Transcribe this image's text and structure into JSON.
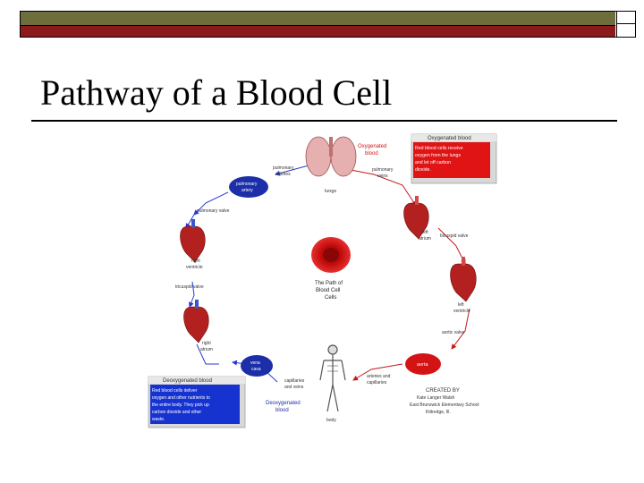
{
  "slide": {
    "title": "Pathway of a Blood Cell"
  },
  "diagram": {
    "center_label": [
      "The Path of",
      "Blood Cell"
    ],
    "labels": {
      "pulmonary_arteries": [
        "pulmonary",
        "arteries"
      ],
      "lungs": "lungs",
      "pulmonary_veins": [
        "pulmonary",
        "veins"
      ],
      "pulmonary_valve": "pulmonary valve",
      "left_atrium": [
        "left",
        "atrium"
      ],
      "bicuspid_valve": "bicuspid valve",
      "right_ventricle": [
        "right",
        "ventricle"
      ],
      "tricuspid_valve": "tricuspid valve",
      "left_ventricle": [
        "left",
        "ventricle"
      ],
      "aortic_valve": "aortic valve",
      "right_atrium": [
        "right",
        "atrium"
      ],
      "capillaries": [
        "capillaries",
        "and veins"
      ],
      "arteries": [
        "arteries and",
        "capillaries"
      ],
      "body": "body",
      "deoxygenated_blood": [
        "Deoxygenated",
        "blood"
      ],
      "oxygenated_blood_top": [
        "Oxygenated",
        "blood"
      ]
    },
    "nodes": {
      "pulmonary_artery": [
        "pulmonary",
        "artery"
      ],
      "vena_cava": [
        "vena",
        "cava"
      ],
      "aorta": "aorta"
    },
    "oxygenated_box": {
      "title": "Oxygenated blood",
      "text": [
        "Red blood cells receive",
        "oxygen from the lungs",
        "and let off carbon",
        "dioxide."
      ]
    },
    "deoxygenated_box": {
      "title": "Deoxygenated blood",
      "text": [
        "Red blood cells deliver",
        "oxygen and other nutrients to",
        "the entire body. They pick up",
        "carbon dioxide and other",
        "waste."
      ]
    },
    "credit": [
      "CREATED BY",
      "Kate Langer Walsh",
      "East Brunswick Elementary School",
      "Kittredge, Ill."
    ]
  },
  "colors": {
    "top_band": "#6e6e3c",
    "maroon_band": "#8b1a1a",
    "node_blue": "#1c2fa8",
    "node_red": "#d41414",
    "arrow_blue": "#2a3bd1",
    "arrow_red": "#c41a1a",
    "box_red": "#e01414",
    "box_blue": "#1733cf"
  }
}
